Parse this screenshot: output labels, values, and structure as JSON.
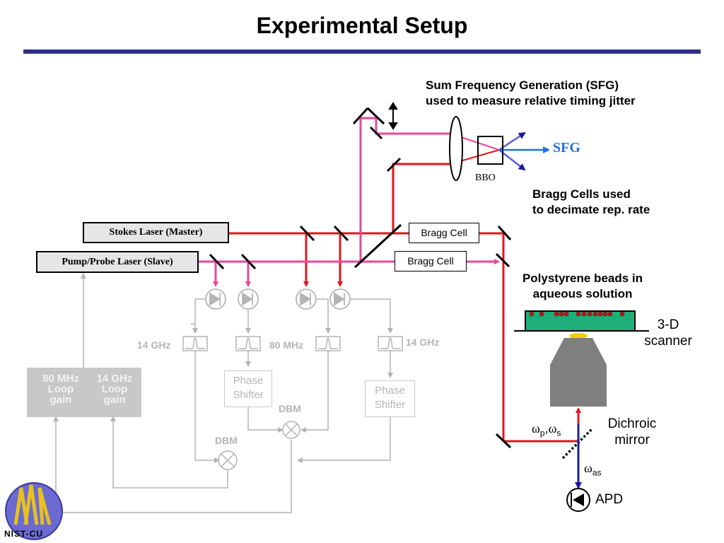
{
  "title": "Experimental Setup",
  "notes": {
    "sfg_line1": "Sum Frequency Generation (SFG)",
    "sfg_line2": "used to measure relative timing jitter",
    "bragg_line1": "Bragg Cells used",
    "bragg_line2": "to decimate rep. rate",
    "beads_line1": "Polystyrene beads in",
    "beads_line2": "aqueous solution"
  },
  "lasers": {
    "stokes": "Stokes Laser  (Master)",
    "pump": "Pump/Probe Laser  (Slave)"
  },
  "bragg_cells": {
    "upper": "Bragg Cell",
    "lower": "Bragg Cell"
  },
  "optics": {
    "bbo": "BBO",
    "sfg_output": "SFG"
  },
  "electronics": {
    "filter_left": "14 GHz",
    "filter_mid": "80 MHz",
    "filter_right": "14 GHz",
    "phase_shifter_line1": "Phase",
    "phase_shifter_line2": "Shifter",
    "dbm": "DBM",
    "loop_left_line1": "80 MHz",
    "loop_left_line2": "Loop",
    "loop_left_line3": "gain",
    "loop_right_line1": "14 GHz",
    "loop_right_line2": "Loop",
    "loop_right_line3": "gain"
  },
  "microscope": {
    "scanner_line1": "3-D",
    "scanner_line2": "scanner",
    "dichroic_line1": "Dichroic",
    "dichroic_line2": "mirror",
    "omega": "ω",
    "sub_p": "p",
    "sub_s": "s",
    "sub_as": "as",
    "comma": ",",
    "apd": "APD"
  },
  "logo": {
    "text": "NIST-CU"
  },
  "colors": {
    "stokes_beam": "#e0161b",
    "pump_beam": "#e8479a",
    "sfg_beam": "#1f6fe8",
    "title_rule": "#2c2f86",
    "electronics": "#b4b4b4",
    "sample": "#1fae7a"
  }
}
